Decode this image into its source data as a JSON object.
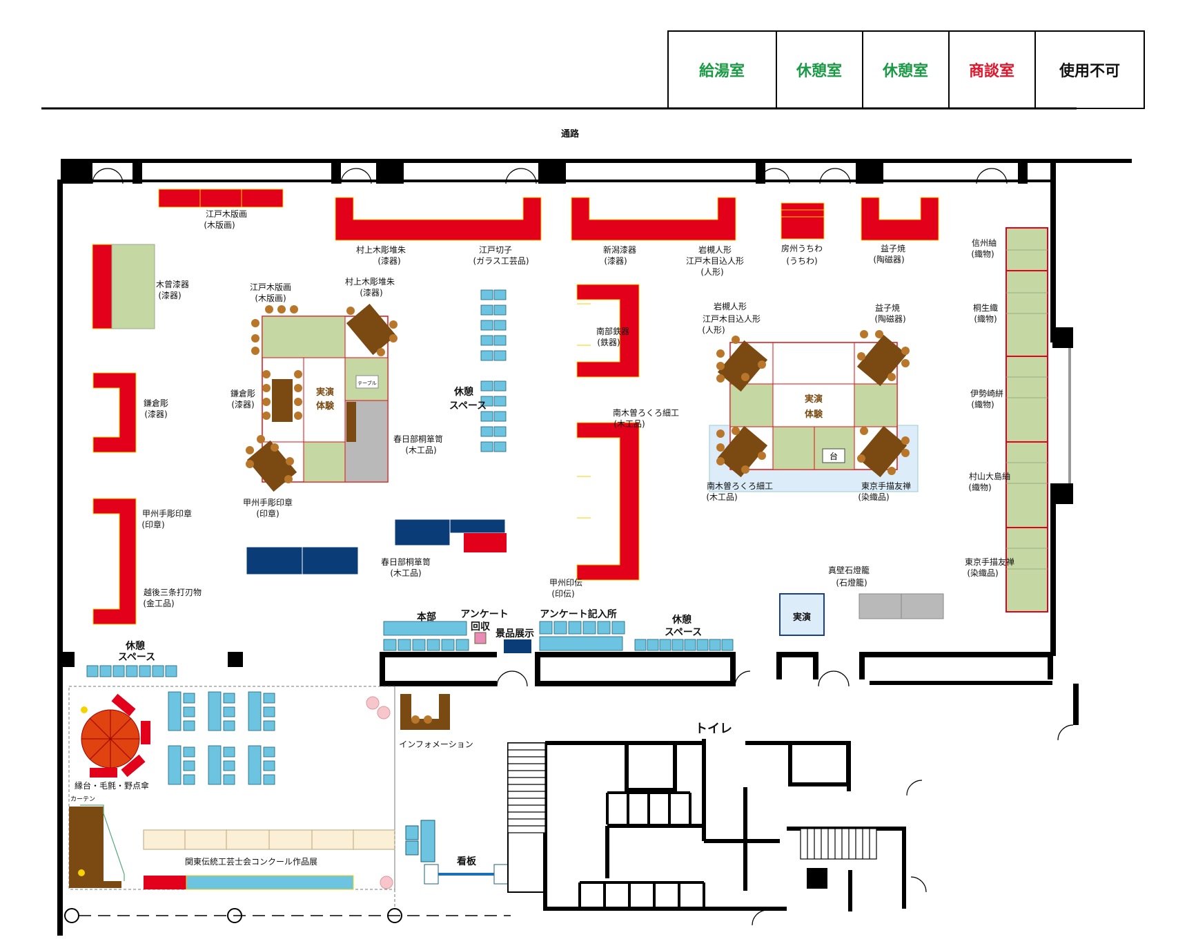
{
  "header_rooms": [
    {
      "label": "給湯室",
      "color": "#1a9a44"
    },
    {
      "label": "休憩室",
      "color": "#1a9a44"
    },
    {
      "label": "休憩室",
      "color": "#1a9a44"
    },
    {
      "label": "商談室",
      "color": "#e0142a"
    },
    {
      "label": "使用不可",
      "color": "#111111"
    }
  ],
  "corridor_label": "通路",
  "booths": {
    "edo_mokuhanga_top": [
      "江戸木版画",
      "(木版画)"
    ],
    "kiso_shikki": [
      "木曾漆器",
      "(漆器)"
    ],
    "kamakura_left": [
      "鎌倉彫",
      "(漆器)"
    ],
    "koshu_left": [
      "甲州手彫印章",
      "(印章)"
    ],
    "echigo": [
      "越後三条打刃物",
      "(金工品)"
    ],
    "murakami_top": [
      "村上木彫堆朱",
      "(漆器)"
    ],
    "edo_kiriko": [
      "江戸切子",
      "(ガラス工芸品)"
    ],
    "niigata": [
      "新潟漆器",
      "(漆器)"
    ],
    "iwatsuki_top": [
      "岩槻人形",
      "江戸木目込人形",
      "(人形)"
    ],
    "boshu": [
      "房州うちわ",
      "(うちわ)"
    ],
    "mashiko_top": [
      "益子焼",
      "(陶磁器)"
    ],
    "shinshu": [
      "信州紬",
      "(織物)"
    ],
    "kiryu": [
      "桐生織",
      "(織物)"
    ],
    "isesaki": [
      "伊勢崎絣",
      "(織物)"
    ],
    "murayama": [
      "村山大島紬",
      "(織物)"
    ],
    "tokyo_right": [
      "東京手描友禅",
      "(染織品)"
    ],
    "edo_center": [
      "江戸木版画",
      "(木版画)"
    ],
    "murakami_center": [
      "村上木彫堆朱",
      "(漆器)"
    ],
    "kamakura_center": [
      "鎌倉彫",
      "(漆器)"
    ],
    "kasukabe_1": [
      "春日部桐箪笥",
      "(木工品)"
    ],
    "koshu_center": [
      "甲州手彫印章",
      "(印章)"
    ],
    "kasukabe_2": [
      "春日部桐箪笥",
      "(木工品)"
    ],
    "nanbu": [
      "南部鉄器",
      "(鉄器)"
    ],
    "nagiso_top": [
      "南木曽ろくろ細工",
      "(木工品)"
    ],
    "koshu_inden": [
      "甲州印伝",
      "(印伝)"
    ],
    "iwatsuki_island": [
      "岩槻人形",
      "江戸木目込人形",
      "(人形)"
    ],
    "mashiko_island": [
      "益子焼",
      "(陶磁器)"
    ],
    "nagiso_island": [
      "南木曽ろくろ細工",
      "(木工品)"
    ],
    "tokyo_island": [
      "東京手描友禅",
      "(染織品)"
    ],
    "makabe": [
      "真壁石燈籠",
      "(石燈籠)"
    ]
  },
  "demo_labels": {
    "line1": "実演",
    "line2": "体験"
  },
  "table_small": "テーブル",
  "stand_label": "台",
  "rest_space": {
    "line1": "休憩",
    "line2": "スペース"
  },
  "rest_space_center": "休憩\nスペース",
  "facilities": {
    "honbu": "本部",
    "survey_collect_1": "アンケート",
    "survey_collect_2": "回収",
    "prize_display": "景品展示",
    "survey_booth": "アンケート記入所",
    "demo": "実演",
    "info": "インフォメーション",
    "engawa": "縁台・毛氈・野点傘",
    "curtain": "カーテン",
    "contest": "関東伝統工芸士会コンクール作品展",
    "signboard": "看板",
    "toilet": "トイレ"
  },
  "colors": {
    "booth_red": "#e3001b",
    "booth_yellow": "#f5d300",
    "tatami": "#c5d8a4",
    "seat_blue": "#6cc4e0",
    "panel_navy": "#0a3d78",
    "chair_brown": "#b8762a",
    "table_brown": "#7a4a12",
    "wall": "#000000",
    "grey": "#b9b9b9",
    "light_blue_area": "#dcecf8"
  }
}
